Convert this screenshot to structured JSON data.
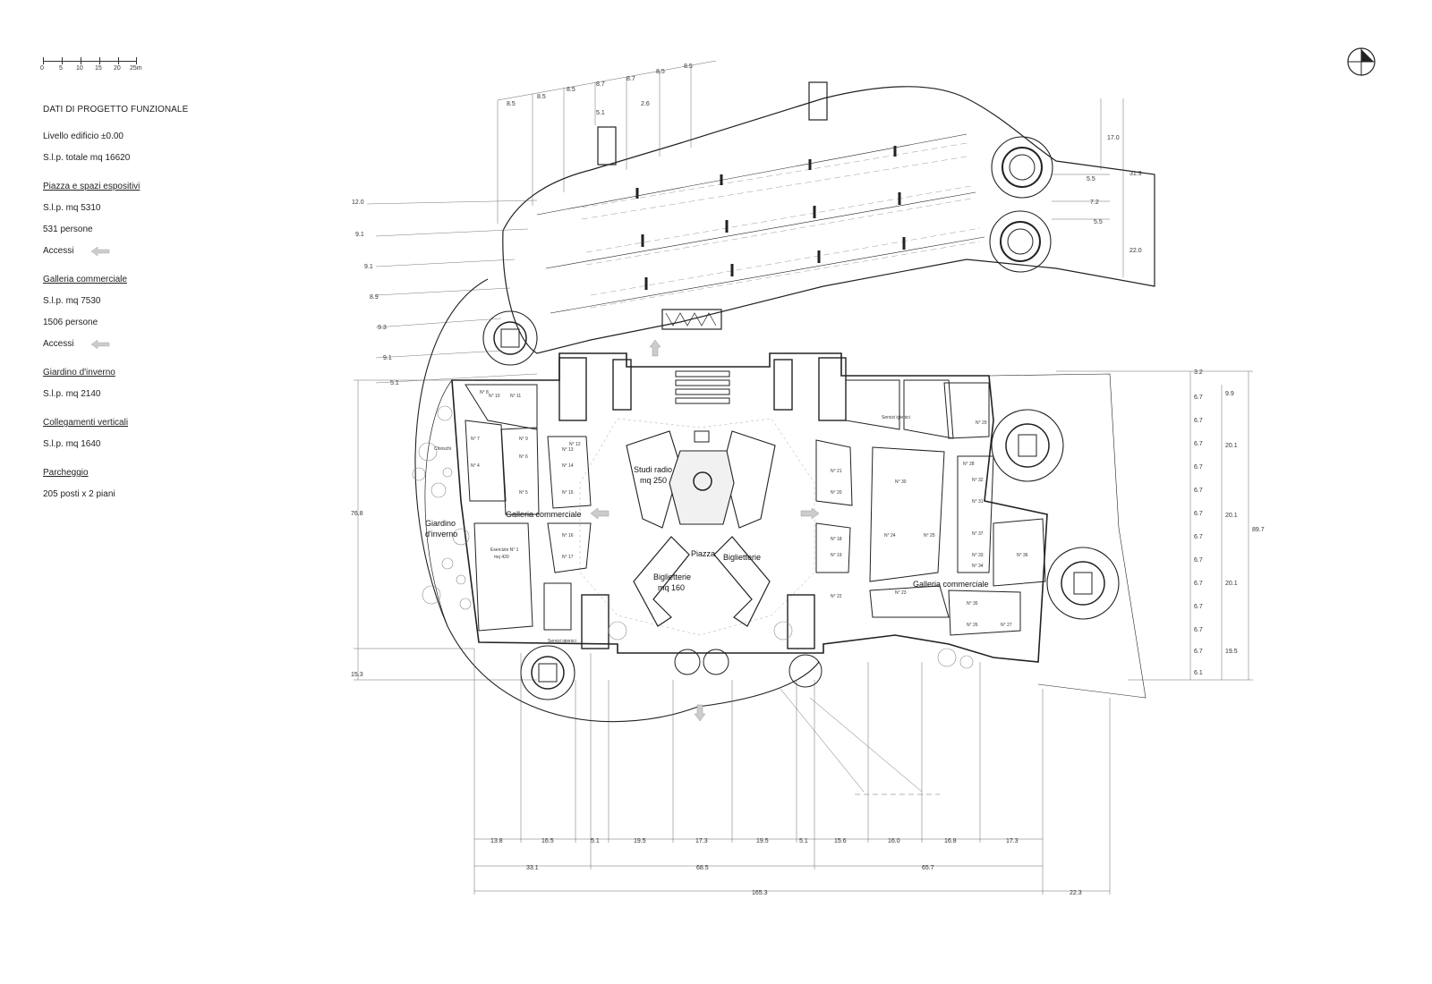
{
  "legend": {
    "scale_ticks": [
      "0",
      "5",
      "10",
      "15",
      "20",
      "25m"
    ],
    "title": "DATI DI PROGETTO FUNZIONALE",
    "livello": "Livello edificio ±0.00",
    "slp_totale": "S.l.p. totale mq 16620",
    "sections": {
      "piazza": {
        "heading": "Piazza e spazi espositivi",
        "slp": "S.l.p. mq 5310",
        "persone": "531 persone",
        "accessi": "Accessi"
      },
      "galleria": {
        "heading": "Galleria commerciale",
        "slp": "S.l.p. mq 7530",
        "persone": "1506 persone",
        "accessi": "Accessi"
      },
      "giardino": {
        "heading": "Giardino d'inverno",
        "slp": "S.l.p. mq 2140"
      },
      "collegamenti": {
        "heading": "Collegamenti verticali",
        "slp": "S.l.p. mq 1640"
      },
      "parcheggio": {
        "heading": "Parcheggio",
        "posti": "205 posti x 2 piani"
      }
    }
  },
  "plan": {
    "labels": {
      "studi_radio": "Studi radio",
      "studi_radio_area": "mq 250",
      "piazza": "Piazza",
      "biglietterie_left": "Biglietterie",
      "biglietterie_left_area": "mq 160",
      "biglietterie_right": "Biglietterie",
      "galleria_left": "Galleria commerciale",
      "galleria_right": "Galleria commerciale",
      "giardino_1": "Giardino",
      "giardino_2": "d'inverno",
      "chioschi": "Chioschi",
      "esercizio": "Esercizio N° 1",
      "esercizio_area": "mq 420",
      "servizi_left": "Servizi igienici",
      "servizi_right": "Servizi igienici"
    },
    "rooms": [
      "N° 8",
      "N° 10",
      "N° 11",
      "N° 9",
      "N° 7",
      "N° 6",
      "N° 5",
      "N° 4",
      "N° 13",
      "N° 14",
      "N° 12",
      "N° 15",
      "N° 16",
      "N° 17",
      "N° 18",
      "N° 19",
      "N° 20",
      "N° 21",
      "N° 22",
      "N° 23",
      "N° 24",
      "N° 25",
      "N° 26",
      "N° 27",
      "N° 28",
      "N° 29",
      "N° 30",
      "N° 31",
      "N° 32",
      "N° 33",
      "N° 34",
      "N° 35",
      "N° 36",
      "N° 37"
    ],
    "top_dims": [
      "8.5",
      "8.5",
      "8.5",
      "8.7",
      "8.7",
      "8.5",
      "8.5",
      "5.1",
      "2.6"
    ],
    "left_dims": [
      "12.0",
      "9.1",
      "9.1",
      "8.9",
      "9.3",
      "9.1",
      "5.1"
    ],
    "parking_right_dims": [
      "17.0",
      "31.9",
      "5.5",
      "7.2",
      "5.5",
      "22.0"
    ],
    "right_dims": [
      "3.2",
      "6.7",
      "6.7",
      "6.7",
      "6.7",
      "6.7",
      "6.7",
      "6.7",
      "6.7",
      "6.7",
      "6.7",
      "6.7",
      "6.7",
      "6.1"
    ],
    "right_group_dims": [
      "9.9",
      "20.1",
      "20.1",
      "20.1",
      "19.5"
    ],
    "right_total": "89.7",
    "left_height": "76.8",
    "left_bottom": "15.3",
    "bottom_row1": [
      "13.8",
      "16.5",
      "5.1",
      "19.5",
      "17.3",
      "19.5",
      "5.1",
      "15.6",
      "16.0",
      "16.8",
      "17.3"
    ],
    "bottom_row2": [
      "33.1",
      "68.5",
      "65.7"
    ],
    "bottom_row3": [
      "165.3",
      "22.3"
    ]
  }
}
